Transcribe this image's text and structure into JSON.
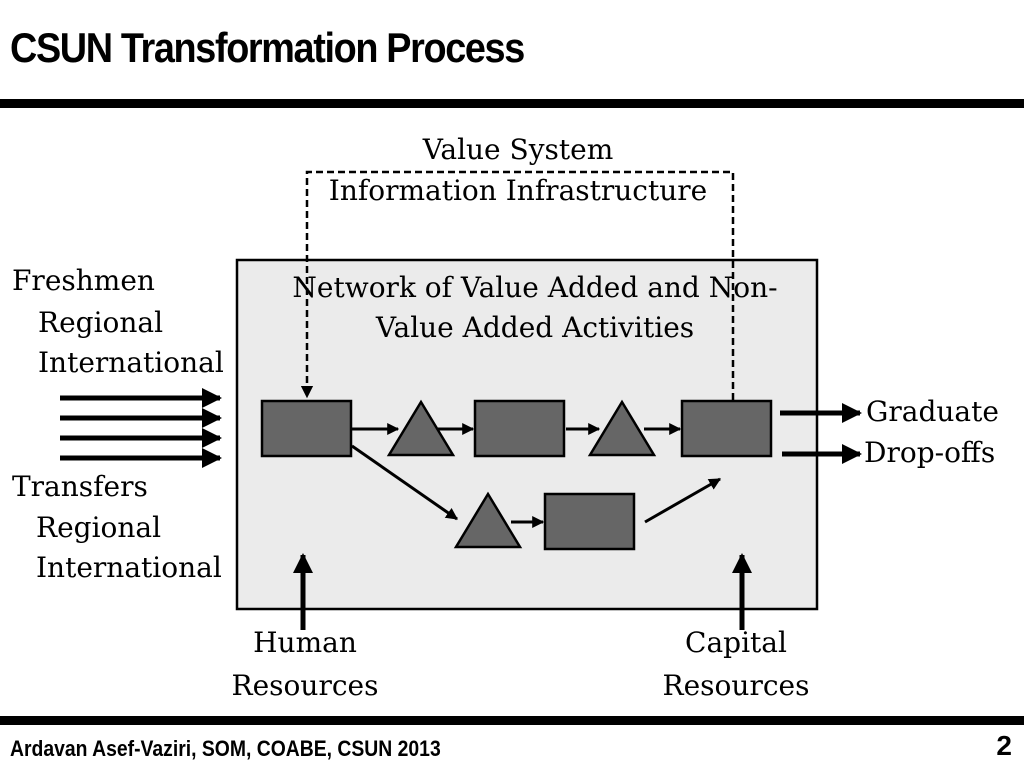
{
  "slide": {
    "title": "CSUN Transformation Process",
    "footer": "Ardavan  Asef-Vaziri, SOM, COABE, CSUN 2013",
    "page_number": "2"
  },
  "diagram": {
    "value_system": {
      "line1": "Value System",
      "line2": "Information Infrastructure"
    },
    "network": {
      "line1": "Network of Value Added and Non-",
      "line2": "Value Added Activities"
    },
    "inputs": {
      "freshmen": [
        "Freshmen",
        "Regional",
        "International"
      ],
      "transfers": [
        "Transfers",
        "Regional",
        "International"
      ]
    },
    "outputs": [
      "Graduate",
      "Drop-offs"
    ],
    "resources": {
      "human": [
        "Human",
        "Resources"
      ],
      "capital": [
        "Capital",
        "Resources"
      ]
    },
    "colors": {
      "box_fill": "#ebebeb",
      "node_fill": "#666666",
      "stroke": "#000000"
    }
  }
}
